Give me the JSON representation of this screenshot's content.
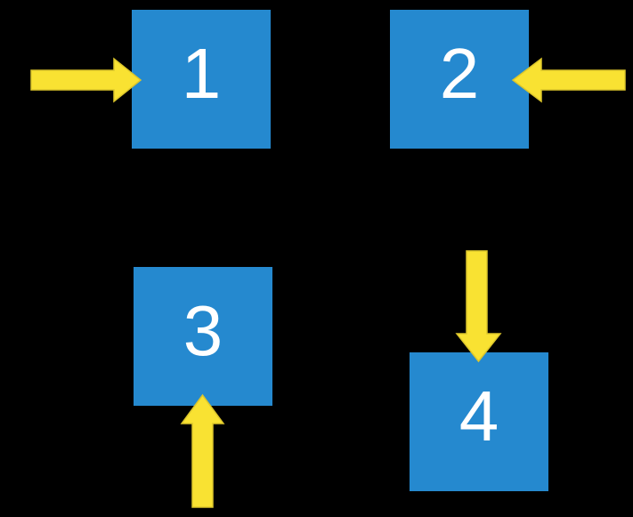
{
  "diagram": {
    "description": "Four numbered blue squares, each with a yellow block arrow pointing into it from a different direction",
    "colors": {
      "canvas_bg": "#000000",
      "square_fill": "#2589CF",
      "square_text": "#FFFFFF",
      "arrow_fill": "#F9E232",
      "arrow_stroke": "#DCC62B"
    },
    "squares": [
      {
        "label": "1",
        "arrow_direction": "from-left"
      },
      {
        "label": "2",
        "arrow_direction": "from-right"
      },
      {
        "label": "3",
        "arrow_direction": "from-bottom"
      },
      {
        "label": "4",
        "arrow_direction": "from-top"
      }
    ]
  }
}
